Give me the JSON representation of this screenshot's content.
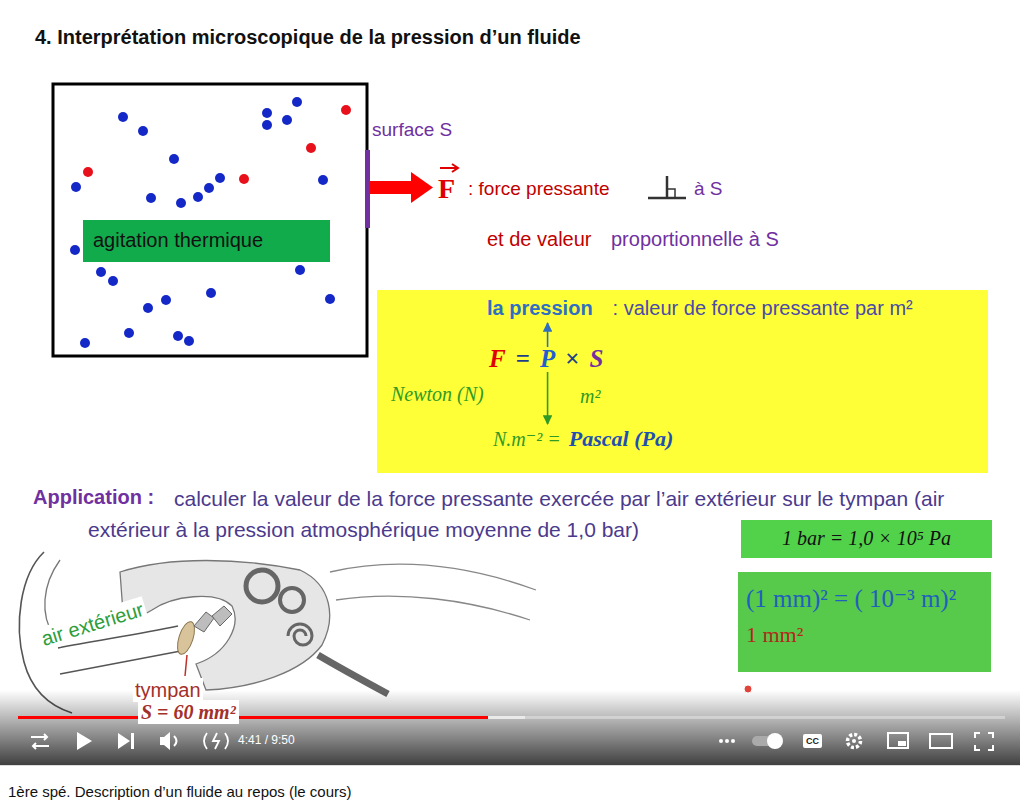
{
  "diagram": {
    "title": "4. Interprétation microscopique de la pression d’un fluide",
    "caption": "1ère spé. Description d’un fluide au repos (le cours)",
    "nodes": [
      {
        "text": [
          "agitation thermique"
        ]
      },
      {
        "text": [
          "la pression",
          ": valeur de force pressante par m²",
          "F",
          "=",
          "P",
          "×",
          "S",
          "Newton (N)",
          "m²",
          "N.m⁻² =",
          "Pascal (Pa)"
        ]
      },
      {
        "text": [
          "1 bar = 1,0 × 10⁵ Pa"
        ]
      },
      {
        "text": [
          "(1 mm)² = ( 10⁻³ m)²",
          "1 mm²"
        ]
      }
    ],
    "labels": [
      "surface S",
      "F",
      ": force pressante",
      "à S",
      "et de valeur",
      "proportionnelle à S",
      "Application :",
      "calculer la valeur de la force pressante exercée par l’air extérieur sur le tympan (air extérieur à la pression atmosphérique moyenne de 1,0 bar)",
      "air extérieur",
      "tympan",
      "S = 60 mm²",
      "4:41 / 9:50",
      "CC"
    ]
  }
}
